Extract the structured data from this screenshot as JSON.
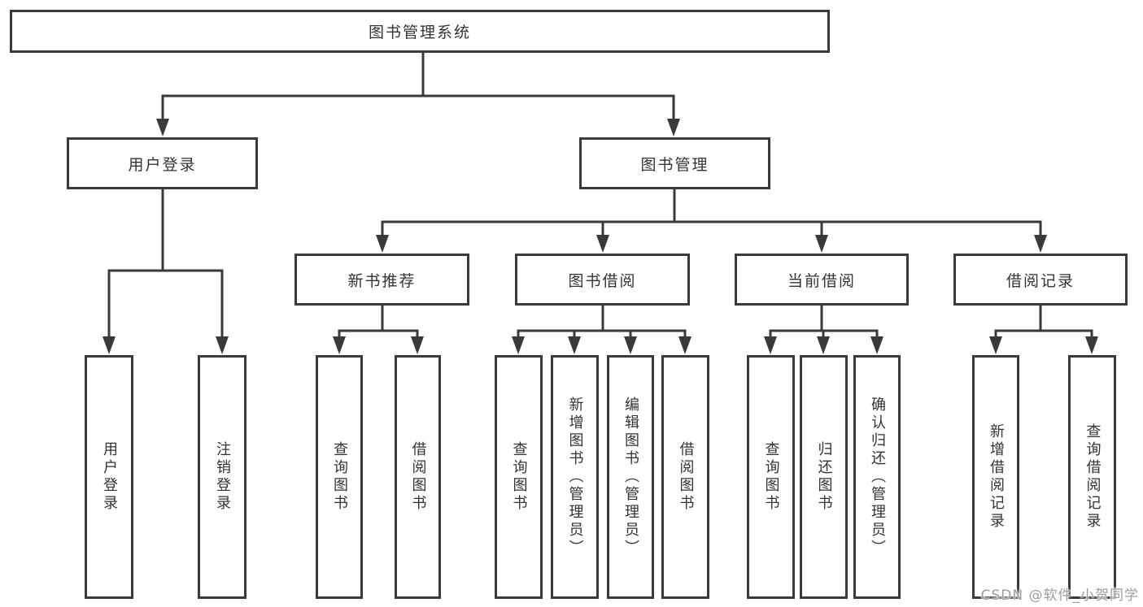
{
  "tree": {
    "label": "图书管理系统",
    "children": [
      {
        "label": "用户登录",
        "children": [
          {
            "label": "用户登录"
          },
          {
            "label": "注销登录"
          }
        ]
      },
      {
        "label": "图书管理",
        "children": [
          {
            "label": "新书推荐",
            "children": [
              {
                "label": "查询图书"
              },
              {
                "label": "借阅图书"
              }
            ]
          },
          {
            "label": "图书借阅",
            "children": [
              {
                "label": "查询图书"
              },
              {
                "label": "新增图书（管理员）"
              },
              {
                "label": "编辑图书（管理员）"
              },
              {
                "label": "借阅图书"
              }
            ]
          },
          {
            "label": "当前借阅",
            "children": [
              {
                "label": "查询图书"
              },
              {
                "label": "归还图书"
              },
              {
                "label": "确认归还（管理员）"
              }
            ]
          },
          {
            "label": "借阅记录",
            "children": [
              {
                "label": "新增借阅记录"
              },
              {
                "label": "查询借阅记录"
              }
            ]
          }
        ]
      }
    ]
  },
  "watermark": "CSDN @软件_小贺同学",
  "colors": {
    "line": "#3a3a3a",
    "box_border": "#3a3a3a",
    "text": "#333333",
    "watermark": "#9d9d9d",
    "background": "#ffffff"
  }
}
